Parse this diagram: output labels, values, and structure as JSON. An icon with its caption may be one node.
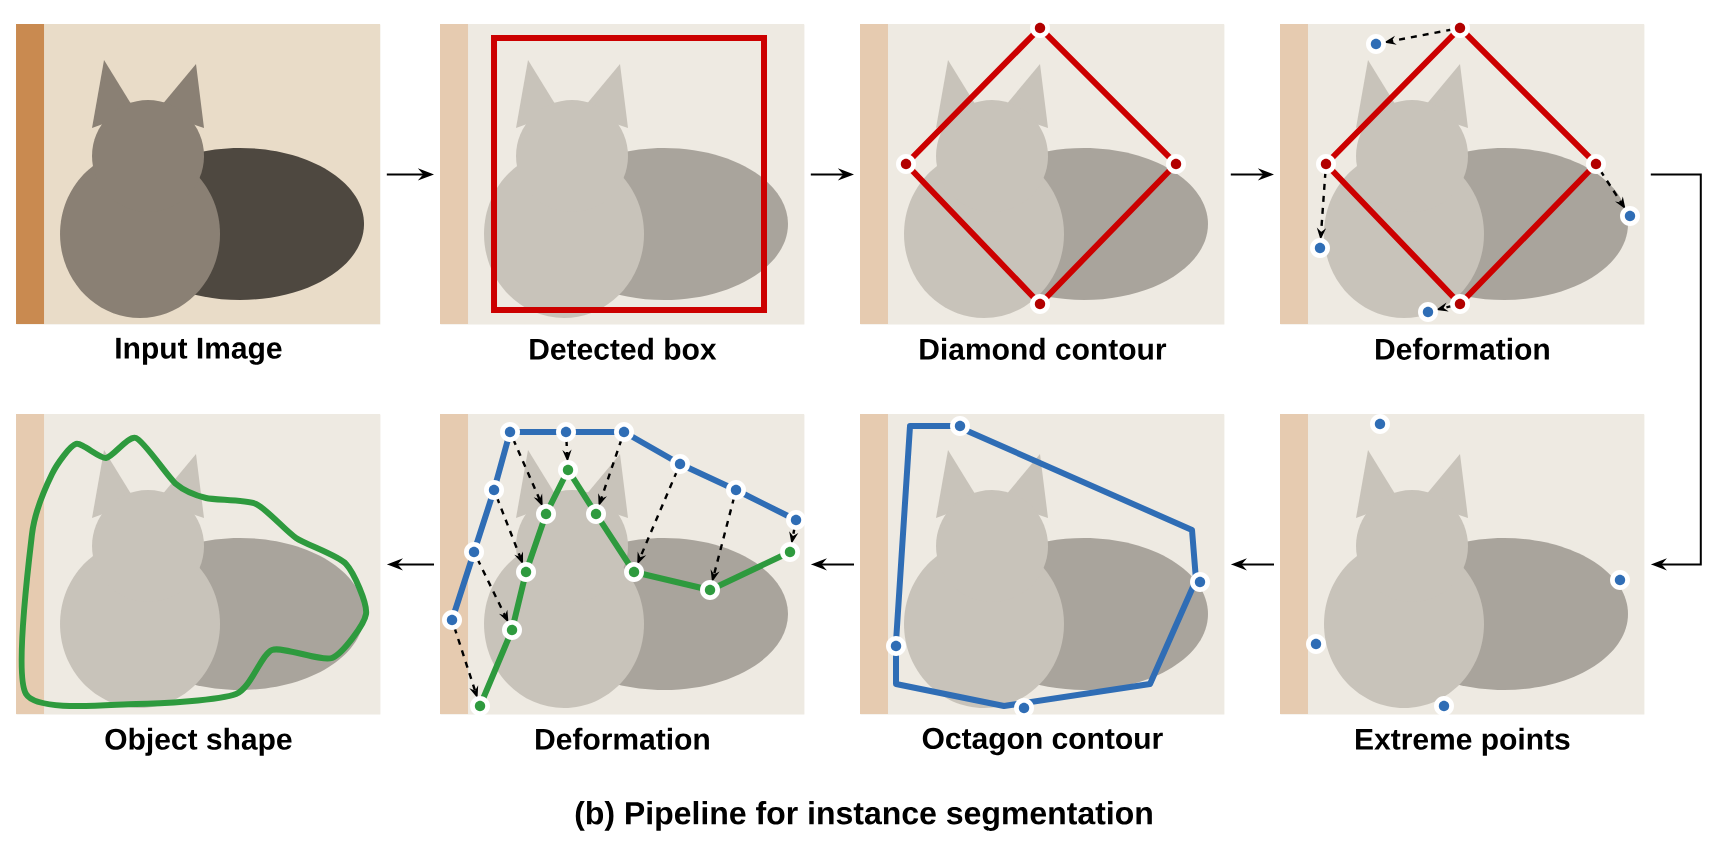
{
  "diagram": {
    "caption": "(b) Pipeline for instance segmentation",
    "nodes": [
      {
        "text": [
          "Input Image"
        ]
      },
      {
        "text": [
          "Detected box"
        ]
      },
      {
        "text": [
          "Diamond contour"
        ]
      },
      {
        "text": [
          "Deformation"
        ]
      },
      {
        "text": [
          "Object shape"
        ]
      },
      {
        "text": [
          "Deformation"
        ]
      },
      {
        "text": [
          "Octagon contour"
        ]
      },
      {
        "text": [
          "Extreme points"
        ]
      }
    ],
    "edges": [
      {
        "from": 0,
        "to": 1,
        "arrow": "to"
      },
      {
        "from": 1,
        "to": 2,
        "arrow": "to"
      },
      {
        "from": 2,
        "to": 3,
        "arrow": "to"
      },
      {
        "from": 3,
        "to": 7,
        "arrow": "to"
      },
      {
        "from": 7,
        "to": 6,
        "arrow": "to"
      },
      {
        "from": 6,
        "to": 5,
        "arrow": "to"
      },
      {
        "from": 5,
        "to": 4,
        "arrow": "to"
      }
    ]
  }
}
